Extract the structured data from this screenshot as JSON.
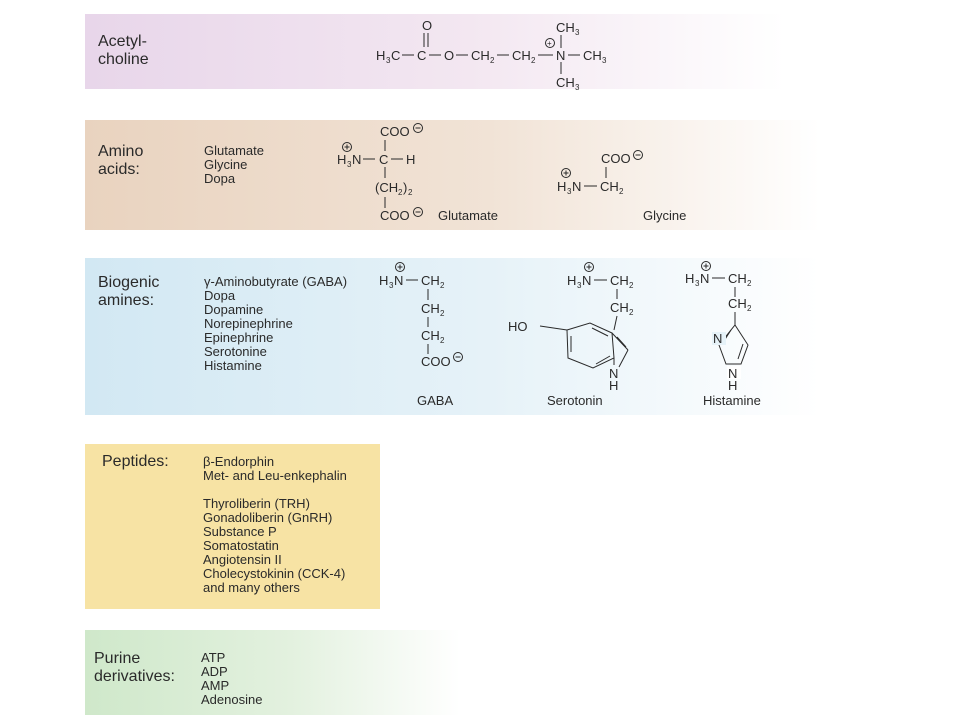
{
  "colors": {
    "acetylcholine_band": "#ecdcec",
    "amino_band": "#ecd9c6",
    "biogenic_band": "#d9ecf4",
    "peptides_band": "#f7e4a6",
    "purine_band": "#d7ecd2"
  },
  "sections": {
    "acetylcholine": {
      "label_lines": [
        "Acetyl-",
        "choline"
      ]
    },
    "amino_acids": {
      "label_lines": [
        "Amino",
        "acids:"
      ],
      "items": [
        "Glutamate",
        "Glycine",
        "Dopa"
      ],
      "captions": {
        "glutamate": "Glutamate",
        "glycine": "Glycine"
      }
    },
    "biogenic_amines": {
      "label_lines": [
        "Biogenic",
        "amines:"
      ],
      "items": [
        "γ-Aminobutyrate (GABA)",
        "Dopa",
        "Dopamine",
        "Norepinephrine",
        "Epinephrine",
        "Serotonine",
        "Histamine"
      ],
      "captions": {
        "gaba": "GABA",
        "serotonin": "Serotonin",
        "histamine": "Histamine"
      }
    },
    "peptides": {
      "label": "Peptides:",
      "items_group1": [
        "β-Endorphin",
        "Met- and Leu-enkephalin"
      ],
      "items_group2": [
        "Thyroliberin (TRH)",
        "Gonadoliberin (GnRH)",
        "Substance P",
        "Somatostatin",
        "Angiotensin II",
        "Cholecystokinin (CCK-4)",
        "and many others"
      ]
    },
    "purine_derivatives": {
      "label_lines": [
        "Purine",
        "derivatives:"
      ],
      "items": [
        "ATP",
        "ADP",
        "AMP",
        "Adenosine"
      ]
    }
  }
}
